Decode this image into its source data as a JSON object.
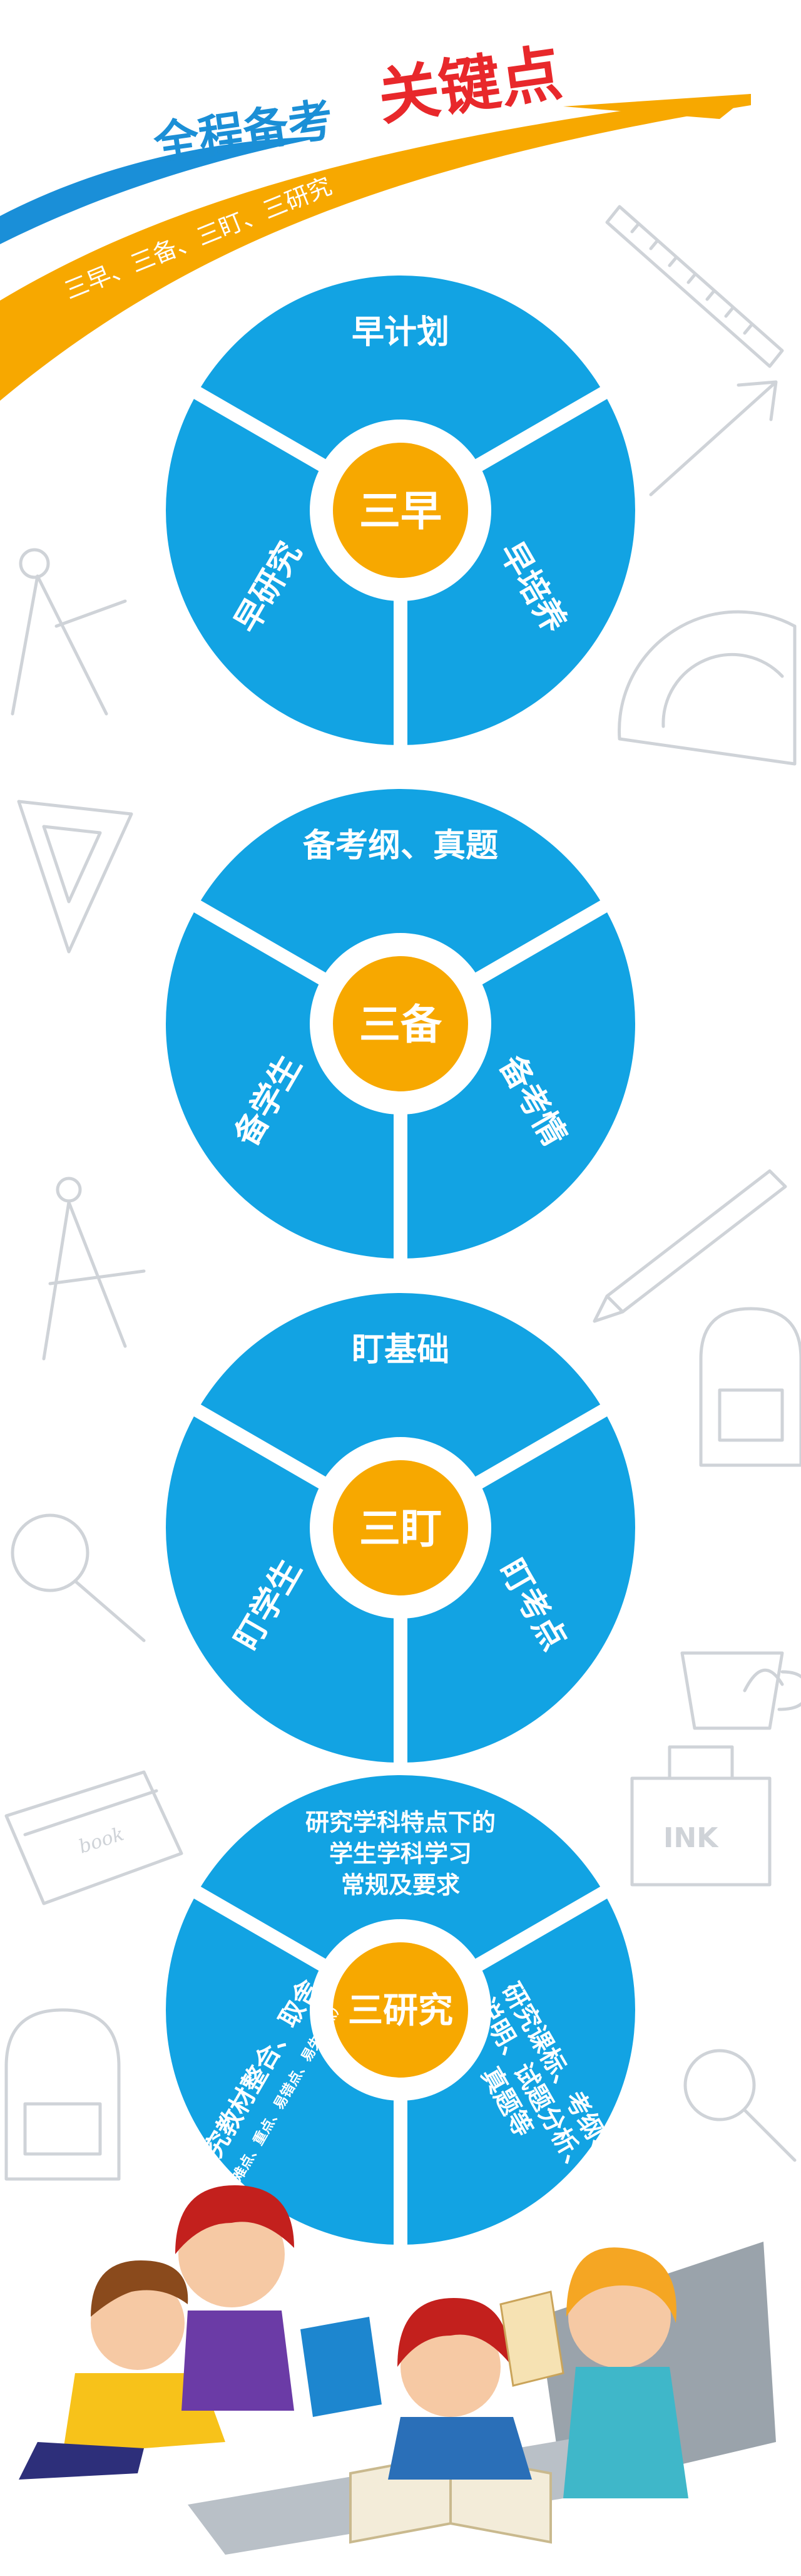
{
  "header": {
    "title_part1": "全程备考",
    "title_part2": "关键点",
    "subtitle": "三早、三备、三盯、三研究"
  },
  "colors": {
    "blue": "#12a3e3",
    "orange": "#f7a800",
    "red": "#e8282b",
    "ribbon_blue": "#1a8fd8"
  },
  "wheels": [
    {
      "center": "三早",
      "top": [
        "早计划"
      ],
      "left": [
        "早研究"
      ],
      "right": [
        "早培养"
      ]
    },
    {
      "center": "三备",
      "top": [
        "备考纲、真题"
      ],
      "left": [
        "备学生"
      ],
      "right": [
        "备考情"
      ]
    },
    {
      "center": "三盯",
      "top": [
        "盯基础"
      ],
      "left": [
        "盯学生"
      ],
      "right": [
        "盯考点"
      ]
    },
    {
      "center": "三研究",
      "top": [
        "研究学科特点下的",
        "学生学科学习",
        "常规及要求"
      ],
      "left": [
        "研究教材整合、取舍",
        "（难点、重点、易错点、易失分点）"
      ],
      "right": [
        "研究课标、考纲、",
        "说明、试题分析、",
        "真题等"
      ]
    }
  ]
}
